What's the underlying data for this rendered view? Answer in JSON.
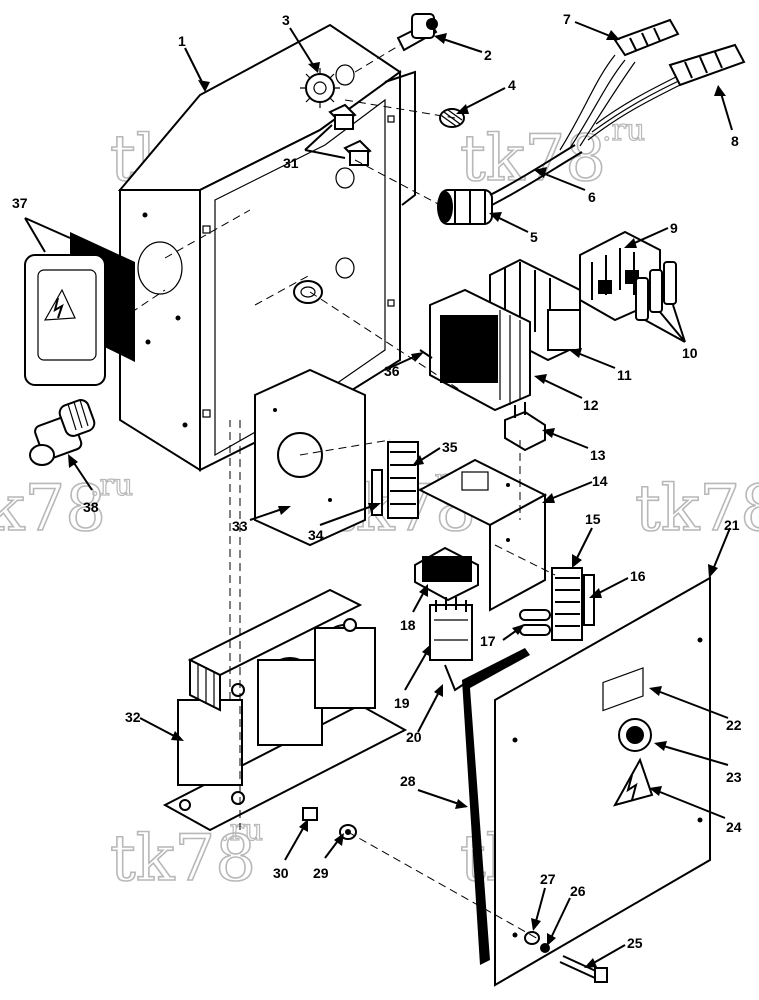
{
  "watermark": {
    "main": "tk78",
    "suffix": ".ru"
  },
  "callouts": [
    {
      "id": "1",
      "label": "1"
    },
    {
      "id": "2",
      "label": "2"
    },
    {
      "id": "3",
      "label": "3"
    },
    {
      "id": "4",
      "label": "4"
    },
    {
      "id": "5",
      "label": "5"
    },
    {
      "id": "6",
      "label": "6"
    },
    {
      "id": "7",
      "label": "7"
    },
    {
      "id": "8",
      "label": "8"
    },
    {
      "id": "9",
      "label": "9"
    },
    {
      "id": "10",
      "label": "10"
    },
    {
      "id": "11",
      "label": "11"
    },
    {
      "id": "12",
      "label": "12"
    },
    {
      "id": "13",
      "label": "13"
    },
    {
      "id": "14",
      "label": "14"
    },
    {
      "id": "15",
      "label": "15"
    },
    {
      "id": "16",
      "label": "16"
    },
    {
      "id": "17",
      "label": "17"
    },
    {
      "id": "18",
      "label": "18"
    },
    {
      "id": "19",
      "label": "19"
    },
    {
      "id": "20",
      "label": "20"
    },
    {
      "id": "21",
      "label": "21"
    },
    {
      "id": "22",
      "label": "22"
    },
    {
      "id": "23",
      "label": "23"
    },
    {
      "id": "24",
      "label": "24"
    },
    {
      "id": "25",
      "label": "25"
    },
    {
      "id": "26",
      "label": "26"
    },
    {
      "id": "27",
      "label": "27"
    },
    {
      "id": "28",
      "label": "28"
    },
    {
      "id": "29",
      "label": "29"
    },
    {
      "id": "30",
      "label": "30"
    },
    {
      "id": "31",
      "label": "31"
    },
    {
      "id": "32",
      "label": "32"
    },
    {
      "id": "33",
      "label": "33"
    },
    {
      "id": "34",
      "label": "34"
    },
    {
      "id": "35",
      "label": "35"
    },
    {
      "id": "36",
      "label": "36"
    },
    {
      "id": "37",
      "label": "37"
    },
    {
      "id": "38",
      "label": "38"
    }
  ]
}
